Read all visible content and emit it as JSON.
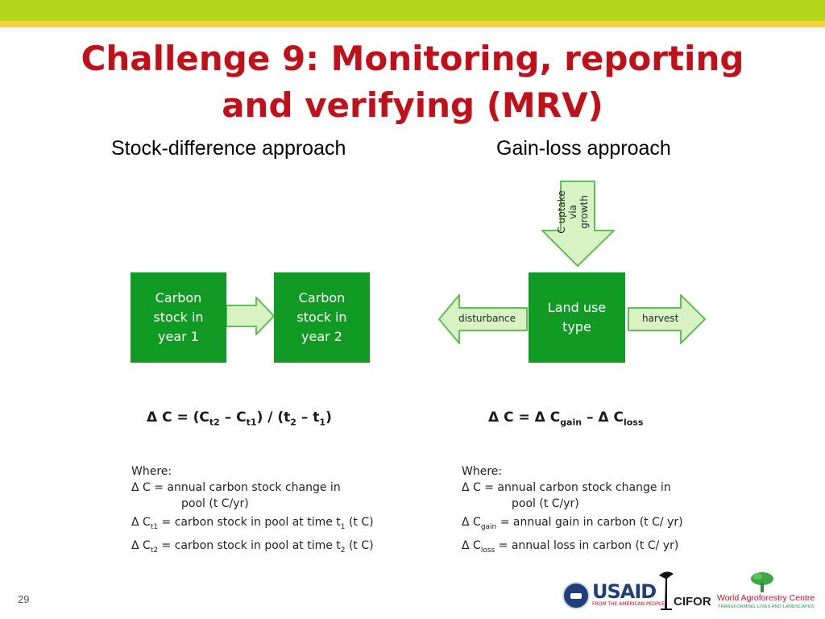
{
  "slide": {
    "title_line1": "Challenge 9: Monitoring, reporting",
    "title_line2": "and verifying (MRV)",
    "page_number": "29"
  },
  "left": {
    "heading": "Stock-difference approach",
    "box1": "Carbon\nstock in\nyear 1",
    "box2": "Carbon\nstock in\nyear 2",
    "equation": {
      "p1": "Δ C = (C",
      "s1": "t2",
      "p2": " – C",
      "s2": "t1",
      "p3": ") / (t",
      "s3": "2",
      "p4": " – t",
      "s4": "1",
      "p5": ")"
    },
    "where": {
      "label": "Where:",
      "l1": "Δ C     = annual carbon stock change in",
      "l1b": "pool (t C/yr)",
      "l2a": "Δ C",
      "l2s": "t1",
      "l2b": " = carbon stock in pool at time t",
      "l2s2": "1",
      "l2c": " (t C)",
      "l3a": "Δ C",
      "l3s": "t2",
      "l3b": " = carbon stock in pool at time t",
      "l3s2": "2",
      "l3c": " (t C)"
    }
  },
  "right": {
    "heading": "Gain-loss approach",
    "center_box": "Land use\ntype",
    "uptake_label": "C uptake via\ngrowth",
    "disturbance_label": "disturbance",
    "harvest_label": "harvest",
    "equation": {
      "p1": "Δ C = Δ C",
      "s1": "gain",
      "p2": " – Δ C",
      "s2": "loss"
    },
    "where": {
      "label": "Where:",
      "l1": "Δ C     = annual carbon stock change in",
      "l1b": "pool (t C/yr)",
      "l2a": "Δ C",
      "l2s": "gain",
      "l2b": " = annual gain in carbon (t C/ yr)",
      "l3a": "Δ C",
      "l3s": "loss",
      "l3b": " = annual loss in carbon (t C/ yr)"
    }
  },
  "logos": {
    "usaid": "USAID",
    "usaid_sub": "FROM THE AMERICAN PEOPLE",
    "cifor": "CIFOR",
    "wac": "World Agroforestry Centre",
    "wac_sub": "TRANSFORMING LIVES AND LANDSCAPES"
  },
  "colors": {
    "top_bar": "#b5d719",
    "accent_bar": "#f6cf3a",
    "title": "#c0101a",
    "box_green": "#119a24",
    "arrow_fill": "#d8f2c4",
    "arrow_stroke": "#5fbf55"
  }
}
